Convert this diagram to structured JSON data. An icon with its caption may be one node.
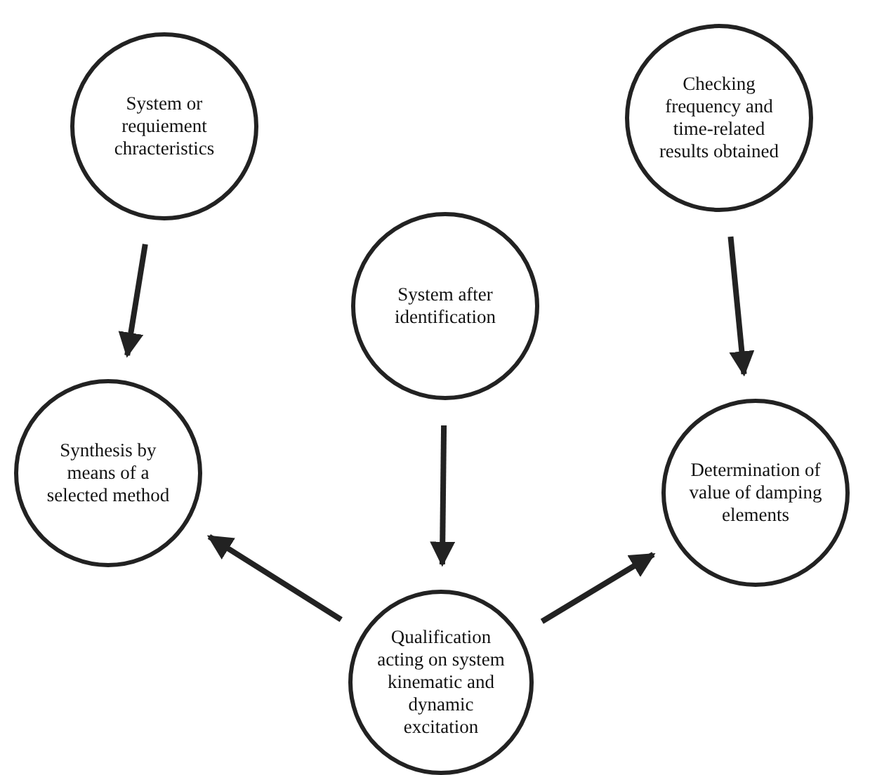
{
  "diagram": {
    "nodes": [
      {
        "text": [
          "System or requiement chracteristics"
        ]
      },
      {
        "text": [
          "Checking frequency and time-related results obtained"
        ]
      },
      {
        "text": [
          "System after identification"
        ]
      },
      {
        "text": [
          "Synthesis by means of a selected method"
        ]
      },
      {
        "text": [
          "Determination of value of damping elements"
        ]
      },
      {
        "text": [
          "Qualification acting on system kinematic and dynamic excitation"
        ]
      }
    ],
    "edges": [
      {
        "from": 0,
        "to": 3,
        "arrow": "to"
      },
      {
        "from": 1,
        "to": 4,
        "arrow": "to"
      },
      {
        "from": 2,
        "to": 5,
        "arrow": "to"
      },
      {
        "from": 5,
        "to": 3,
        "arrow": "to"
      },
      {
        "from": 5,
        "to": 4,
        "arrow": "to"
      }
    ]
  }
}
